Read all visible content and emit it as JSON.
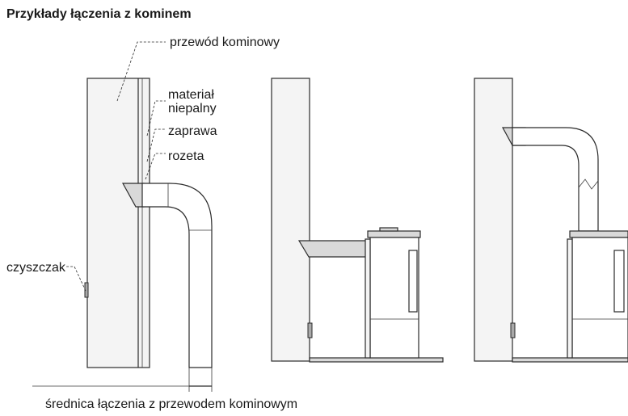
{
  "title": "Przykłady łączenia z kominem",
  "labels": {
    "flue": "przewód kominowy",
    "material_line1": "materiał",
    "material_line2": "niepalny",
    "mortar": "zaprawa",
    "rosette": "rozeta",
    "cleanout": "czyszczak",
    "diameter": "średnica łączenia z przewodem kominowym"
  }
}
